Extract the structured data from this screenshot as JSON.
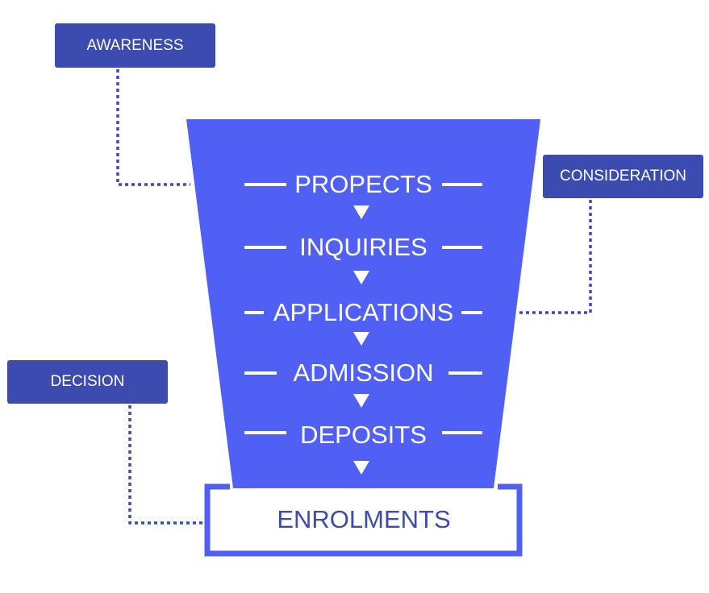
{
  "colors": {
    "funnel": "#5060F5",
    "label": "#3C4BAF",
    "connector": "#3C4BAF"
  },
  "labels": {
    "awareness": "AWARENESS",
    "consideration": "CONSIDERATION",
    "decision": "DECISION"
  },
  "stages": [
    "PROPECTS",
    "INQUIRIES",
    "APPLICATIONS",
    "ADMISSION",
    "DEPOSITS"
  ],
  "final_stage": "ENROLMENTS"
}
